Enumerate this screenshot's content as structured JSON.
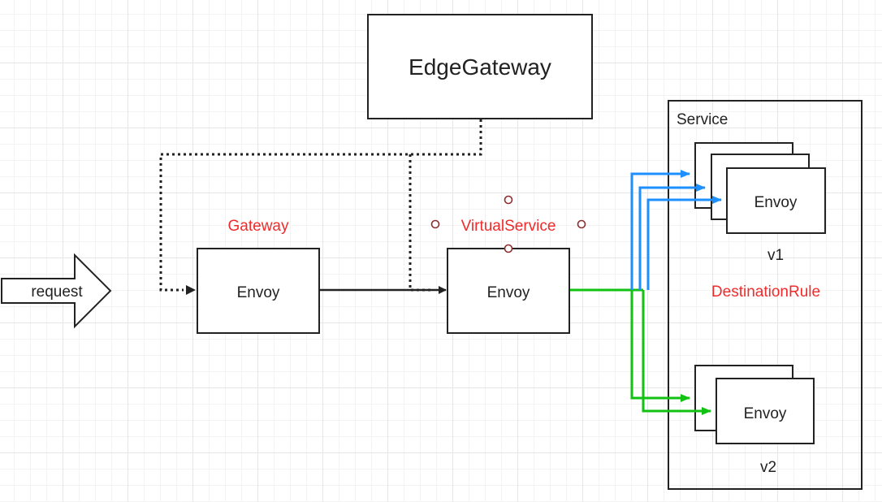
{
  "diagram": {
    "edge_gateway": "EdgeGateway",
    "request": "request",
    "gateway_label": "Gateway",
    "virtualservice_label": "VirtualService",
    "envoy_gateway": "Envoy",
    "envoy_virtualservice": "Envoy",
    "service_label": "Service",
    "envoy_v1": "Envoy",
    "v1_label": "v1",
    "destinationrule_label": "DestinationRule",
    "envoy_v2": "Envoy",
    "v2_label": "v2"
  },
  "colors": {
    "grid": "#e6e6e6",
    "stroke": "#222222",
    "label_red": "#f02b2b",
    "arrow_blue": "#1e8fff",
    "arrow_green": "#12c212",
    "handle": "#8b2e2e"
  }
}
